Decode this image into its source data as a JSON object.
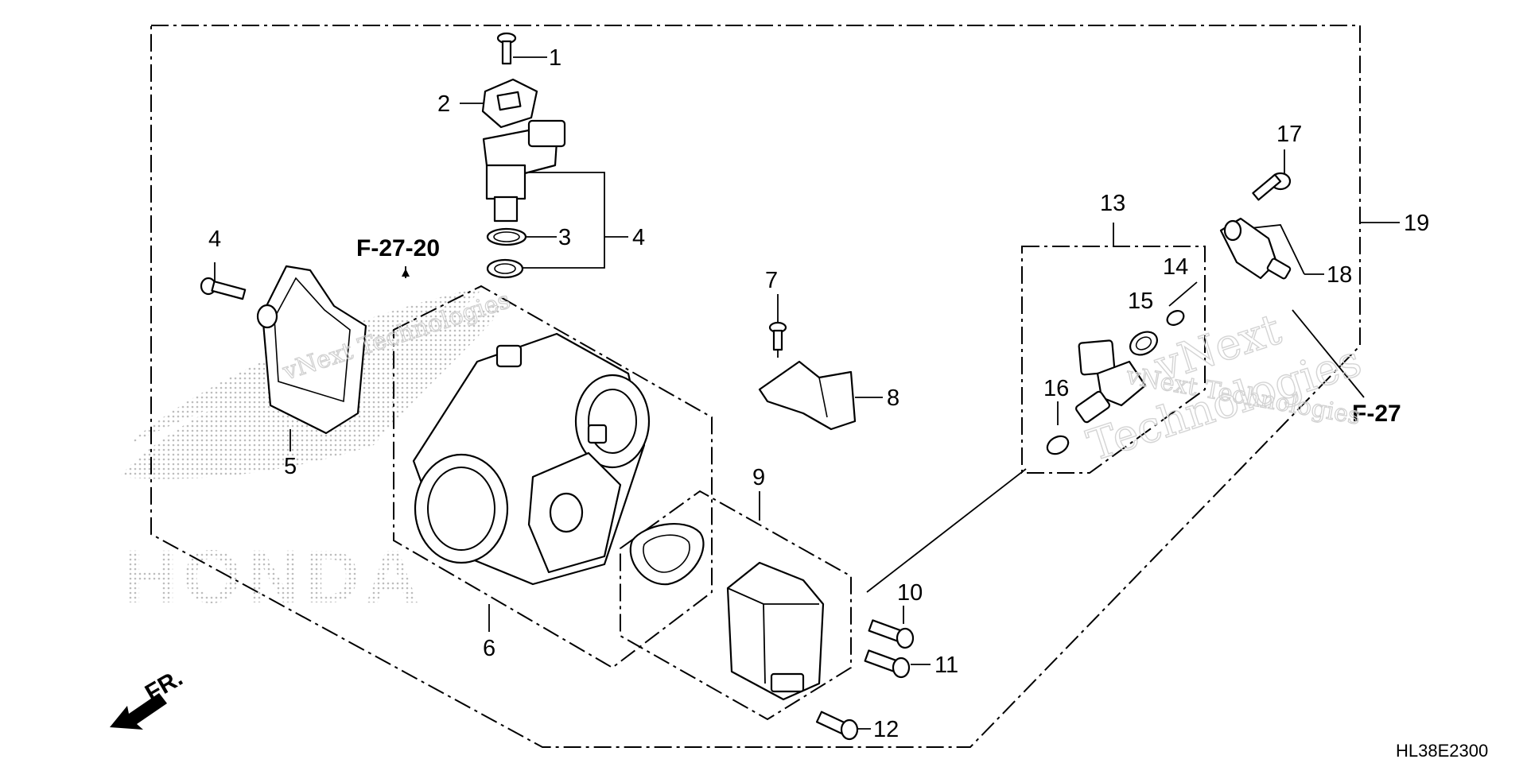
{
  "diagram": {
    "callouts": [
      "1",
      "2",
      "3",
      "4",
      "4",
      "5",
      "6",
      "7",
      "8",
      "9",
      "10",
      "11",
      "12",
      "13",
      "14",
      "15",
      "16",
      "17",
      "18",
      "19"
    ],
    "references": [
      "F-27-20",
      "F-27"
    ],
    "direction_label": "FR.",
    "diagram_code": "HL38E2300",
    "watermark_brand": "HONDA",
    "watermark_text": "vNext Technologies",
    "watermark_text_split": [
      "vNext",
      "Technologies"
    ]
  }
}
